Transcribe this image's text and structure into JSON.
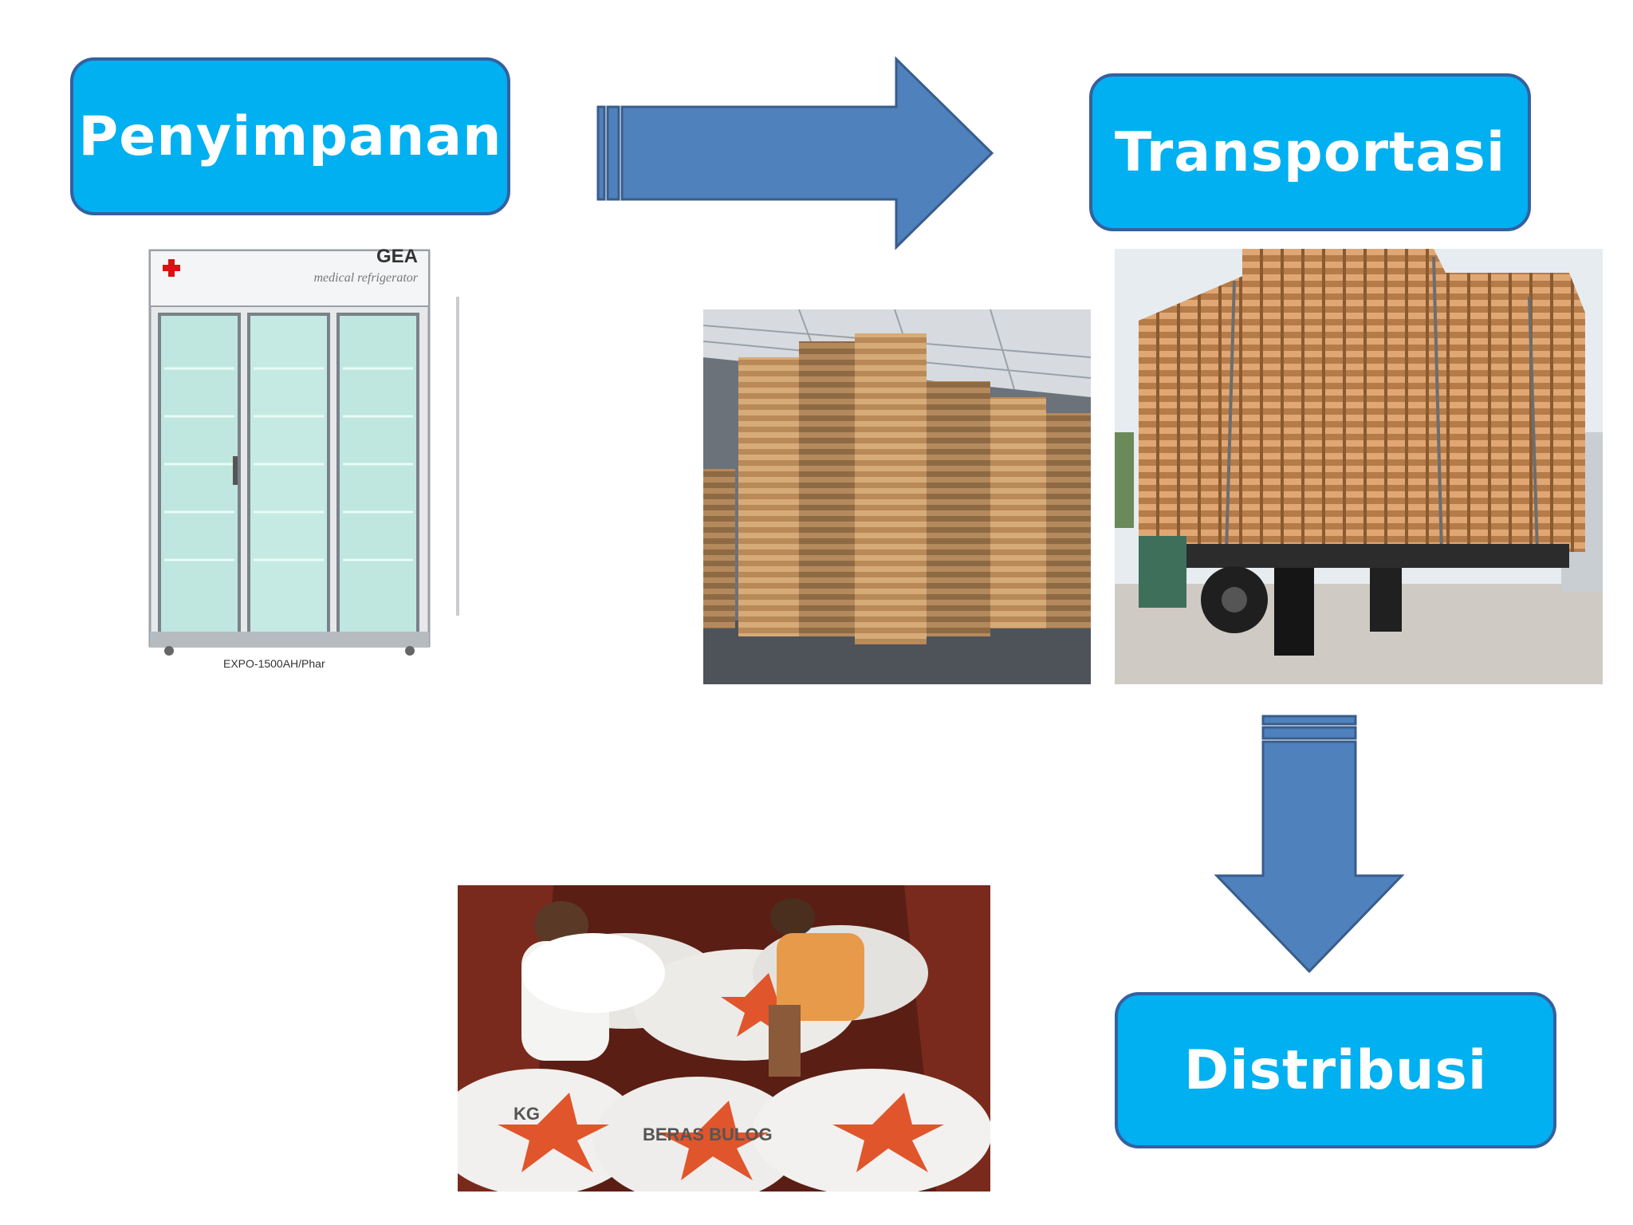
{
  "diagram": {
    "steps": [
      {
        "label": "Penyimpanan"
      },
      {
        "label": "Transportasi"
      },
      {
        "label": "Distribusi"
      }
    ]
  },
  "photos": {
    "fridge": {
      "brand": "GEA",
      "subtitle": "medical refrigerator",
      "caption": "EXPO-1500AH/Phar"
    },
    "sacks": {
      "text_1": "BERAS BULOG",
      "text_2": "KG"
    }
  },
  "colors": {
    "box_fill": "#00b0f0",
    "box_border": "#3560a0",
    "arrow_fill": "#4f81bd",
    "arrow_stroke": "#385d8a"
  }
}
